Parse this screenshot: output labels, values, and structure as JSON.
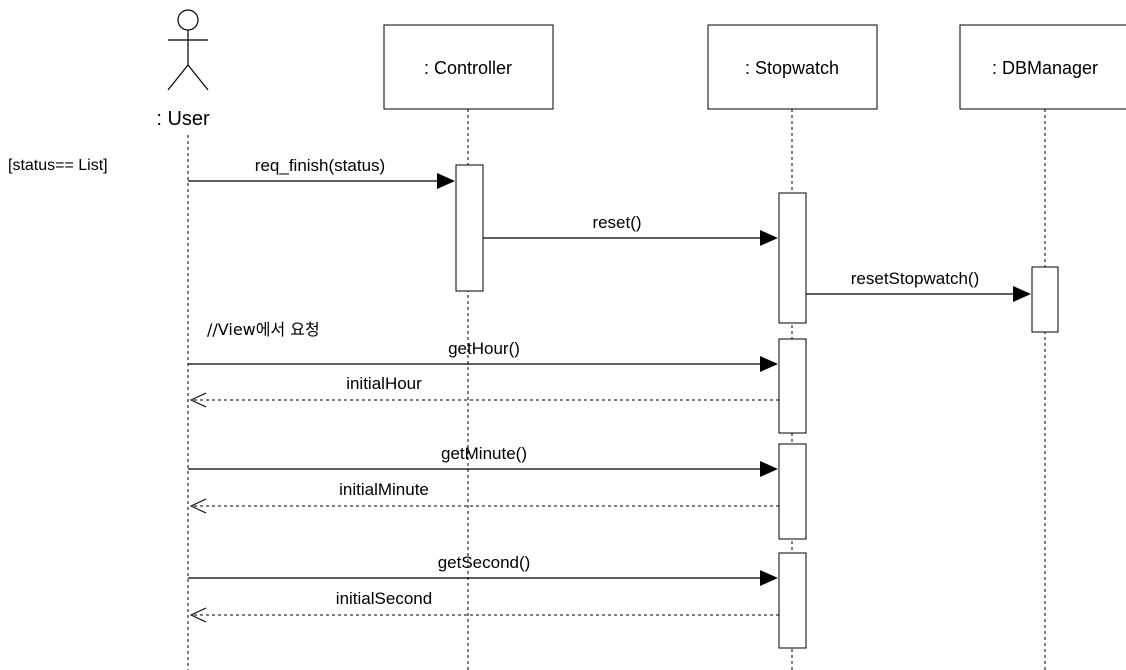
{
  "actor": {
    "label": ": User"
  },
  "participants": [
    {
      "id": "controller",
      "label": ": Controller"
    },
    {
      "id": "stopwatch",
      "label": ": Stopwatch"
    },
    {
      "id": "dbmanager",
      "label": ": DBManager"
    }
  ],
  "guard": "[status== List]",
  "note": "//View에서 요청",
  "messages": [
    {
      "id": "req-finish",
      "label": "req_finish(status)",
      "from": "user",
      "to": "controller",
      "kind": "call"
    },
    {
      "id": "reset",
      "label": "reset()",
      "from": "controller",
      "to": "stopwatch",
      "kind": "call"
    },
    {
      "id": "reset-stopwatch",
      "label": "resetStopwatch()",
      "from": "stopwatch",
      "to": "dbmanager",
      "kind": "call"
    },
    {
      "id": "get-hour",
      "label": "getHour()",
      "from": "user",
      "to": "stopwatch",
      "kind": "call"
    },
    {
      "id": "initial-hour",
      "label": "initialHour",
      "from": "stopwatch",
      "to": "user",
      "kind": "return"
    },
    {
      "id": "get-minute",
      "label": "getMinute()",
      "from": "user",
      "to": "stopwatch",
      "kind": "call"
    },
    {
      "id": "initial-minute",
      "label": "initialMinute",
      "from": "stopwatch",
      "to": "user",
      "kind": "return"
    },
    {
      "id": "get-second",
      "label": "getSecond()",
      "from": "user",
      "to": "stopwatch",
      "kind": "call"
    },
    {
      "id": "initial-second",
      "label": "initialSecond",
      "from": "stopwatch",
      "to": "user",
      "kind": "return"
    }
  ]
}
